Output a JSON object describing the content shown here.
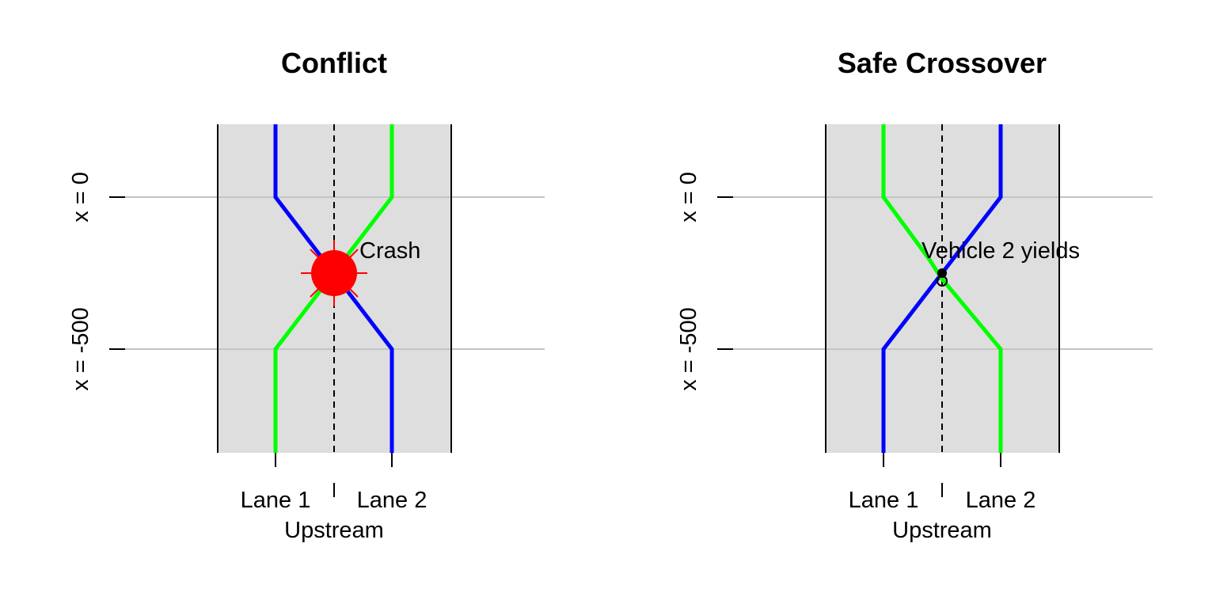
{
  "panels": [
    {
      "title": "Conflict",
      "y_ticks": [
        "x = 0",
        "x = -500"
      ],
      "lanes": [
        "Lane 1",
        "Lane 2"
      ],
      "xlabel": "Upstream",
      "annotation": "Crash",
      "colors": {
        "vehicle_a": "#0000ff",
        "vehicle_b": "#00ff00",
        "marker": "#ff0000"
      }
    },
    {
      "title": "Safe Crossover",
      "y_ticks": [
        "x = 0",
        "x = -500"
      ],
      "lanes": [
        "Lane 1",
        "Lane 2"
      ],
      "xlabel": "Upstream",
      "annotation": "Vehicle 2 yields",
      "colors": {
        "vehicle_a": "#00ff00",
        "vehicle_b": "#0000ff",
        "marker": "#000000"
      }
    }
  ],
  "road_fill": "#dedede"
}
